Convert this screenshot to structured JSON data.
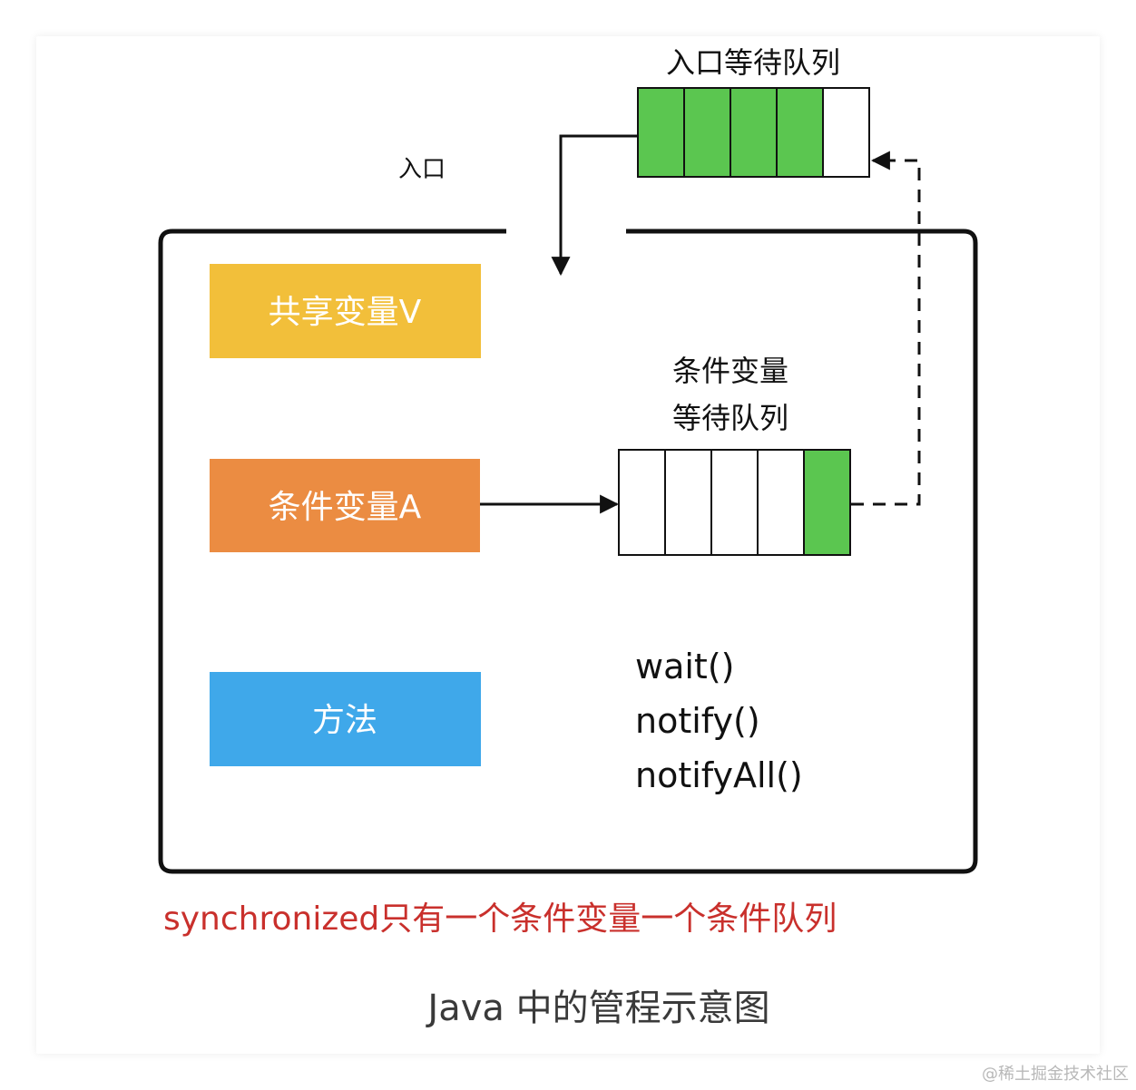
{
  "diagram": {
    "entry_queue_label": "入口等待队列",
    "entry_label": "入口",
    "shared_var_label": "共享变量V",
    "cond_var_label": "条件变量A",
    "method_label": "方法",
    "cond_queue_label_line1": "条件变量",
    "cond_queue_label_line2": "等待队列",
    "methods": [
      "wait()",
      "notify()",
      "notifyAll()"
    ],
    "annotation": "synchronized只有一个条件变量一个条件队列",
    "caption": "Java 中的管程示意图"
  },
  "watermark": "@稀土掘金技术社区",
  "colors": {
    "queue_fill": "#5bc650",
    "shared_var_bg": "#f2bf3a",
    "cond_var_bg": "#eb8c42",
    "method_bg": "#3fa8ea",
    "annotation": "#c9302c",
    "caption": "#3a3a3a"
  }
}
